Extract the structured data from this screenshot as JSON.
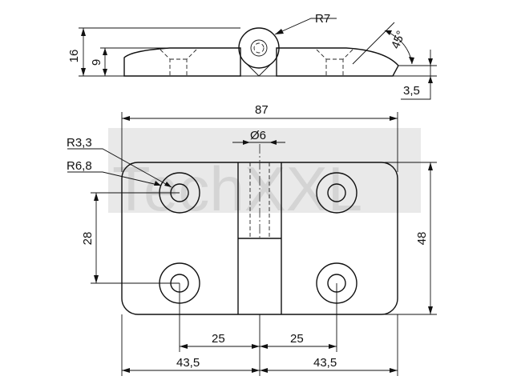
{
  "watermark": {
    "text": "TechXXL"
  },
  "side_view": {
    "height_total": "16",
    "height_leaf": "9",
    "pin_radius": "R7",
    "countersink_angle": "45°",
    "leaf_thickness": "3,5"
  },
  "front_view": {
    "overall_width": "87",
    "pin_diameter": "Ø6",
    "hole_radius": "R3,3",
    "washer_radius": "R6,8",
    "hole_spacing_vertical": "28",
    "overall_height": "48",
    "hole_offset_left": "25",
    "hole_offset_right": "25",
    "half_width_left": "43,5",
    "half_width_right": "43,5"
  },
  "colors": {
    "line": "#111111",
    "watermark": "#d4d4d4"
  }
}
